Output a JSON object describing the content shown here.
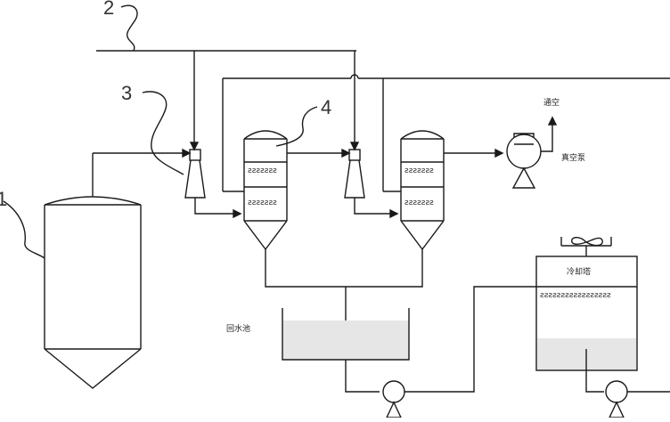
{
  "diagram": {
    "labels": {
      "n1": "1",
      "n2": "2",
      "n3": "3",
      "n4": "4",
      "vent": "通空",
      "vacuum_pump": "真空泵",
      "collection_tank": "回水池",
      "cooling_tower": "冷却塔"
    },
    "colors": {
      "line": "#1a1a1a",
      "water_fill": "#e6e6e6"
    }
  }
}
